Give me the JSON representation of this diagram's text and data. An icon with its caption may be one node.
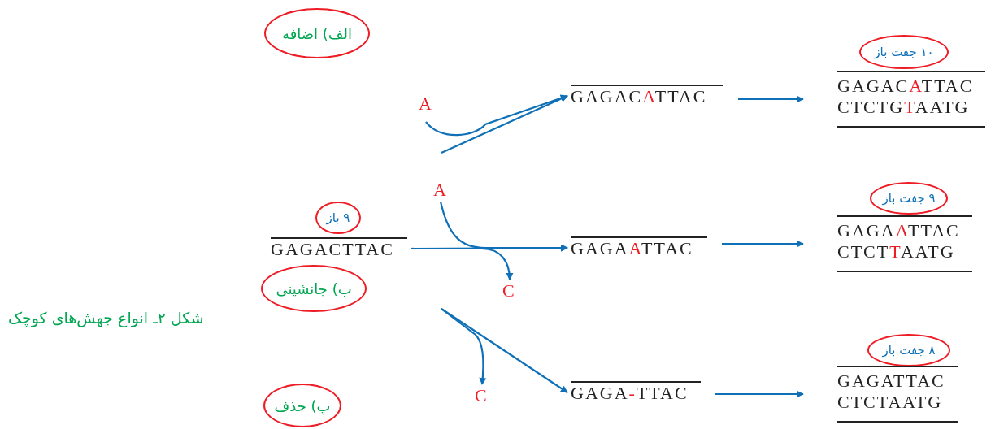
{
  "diagram": {
    "caption": "شکل ۲ـ انواع جهش‌های کوچک",
    "nodes": [
      {
        "text": [
          "الف) اضافه"
        ]
      },
      {
        "text": [
          "۹ باز"
        ]
      },
      {
        "text": [
          "GAGACTTAC"
        ]
      },
      {
        "text": [
          "ب) جانشینی"
        ]
      },
      {
        "text": [
          "پ) حذف"
        ]
      },
      {
        "text": [
          "A"
        ]
      },
      {
        "text": [
          "A"
        ]
      },
      {
        "text": [
          "C"
        ]
      },
      {
        "text": [
          "C"
        ]
      },
      {
        "text": [
          "GAGAC**A**TTAC"
        ]
      },
      {
        "text": [
          "۱۰ جفت باز"
        ]
      },
      {
        "text": [
          "GAGAC**A**TTAC",
          "CTCTG**T**AATG"
        ]
      },
      {
        "text": [
          "GAGA**A**TTAC"
        ]
      },
      {
        "text": [
          "۹ جفت باز"
        ]
      },
      {
        "text": [
          "GAGA**A**TTAC",
          "CTCT**T**AATG"
        ]
      },
      {
        "text": [
          "GAGA**-**TTAC"
        ]
      },
      {
        "text": [
          "۸ جفت باز"
        ]
      },
      {
        "text": [
          "GAGATTAC",
          "CTCTAATG"
        ]
      }
    ],
    "edges": [
      {
        "from": null,
        "to": 9,
        "arrow": "to"
      },
      {
        "from": 5,
        "to": 9,
        "arrow": "to"
      },
      {
        "from": 2,
        "to": 12,
        "arrow": "to"
      },
      {
        "from": 6,
        "to": 12,
        "arrow": "to"
      },
      {
        "from": 2,
        "to": 7,
        "arrow": "to"
      },
      {
        "from": null,
        "to": 15,
        "arrow": "to"
      },
      {
        "from": null,
        "to": 8,
        "arrow": "to"
      },
      {
        "from": 9,
        "to": 11,
        "arrow": "to"
      },
      {
        "from": 12,
        "to": 14,
        "arrow": "to"
      },
      {
        "from": 15,
        "to": 17,
        "arrow": "to"
      }
    ]
  }
}
